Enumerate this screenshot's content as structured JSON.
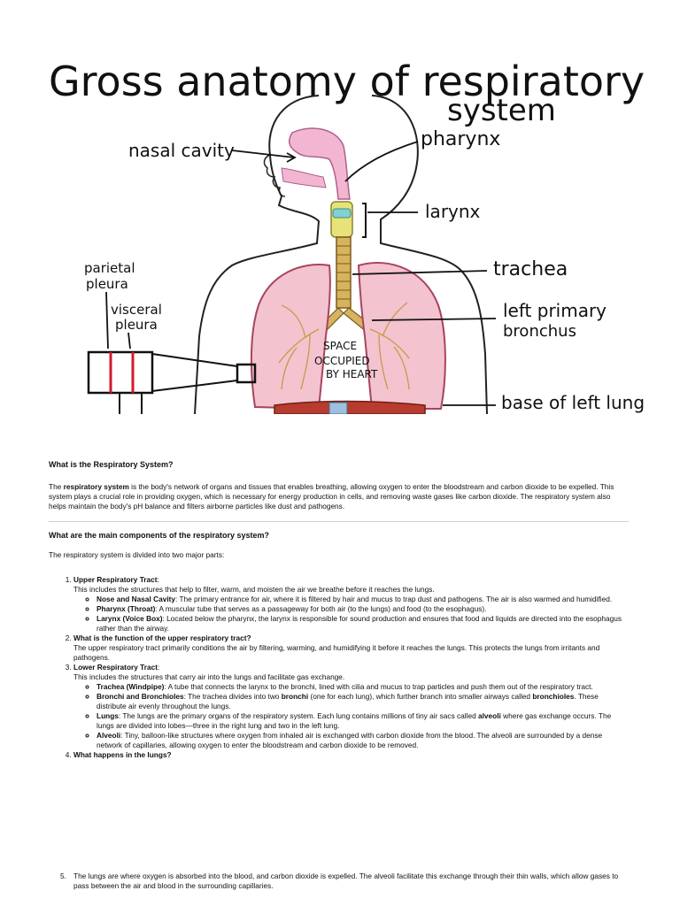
{
  "figure": {
    "title_line1": "Gross anatomy of respiratory",
    "title_line2": "system",
    "labels": {
      "nasal_cavity": "nasal cavity",
      "pharynx": "pharynx",
      "larynx": "larynx",
      "trachea": "trachea",
      "left_primary": "left primary",
      "bronchus": "bronchus",
      "base_left_lung": "base of left lung",
      "parietal": "parietal",
      "pleura1": "pleura",
      "visceral": "visceral",
      "pleura2": "pleura",
      "space1": "SPACE",
      "space2": "OCCUPIED",
      "space3": "BY HEART"
    }
  },
  "sec1": {
    "heading": "What is the Respiratory System?",
    "p_pre": "The ",
    "p_bold": "respiratory system",
    "p_post": " is the body's network of organs and tissues that enables breathing, allowing oxygen to enter the bloodstream and carbon dioxide to be expelled. This system plays a crucial role in providing oxygen, which is necessary for energy production in cells, and removing waste gases like carbon dioxide. The respiratory system also helps maintain the body's pH balance and filters airborne particles like dust and pathogens."
  },
  "sec2": {
    "heading": "What are the main components of the respiratory system?",
    "intro": "The respiratory system is divided into two major parts:",
    "item1": {
      "title": "Upper Respiratory Tract",
      "colon": ":",
      "desc": "This includes the structures that help to filter, warm, and moisten the air we breathe before it reaches the lungs.",
      "b1_term": "Nose and Nasal Cavity",
      "b1_text": ": The primary entrance for air, where it is filtered by hair and mucus to trap dust and pathogens. The air is also warmed and humidified.",
      "b2_term": "Pharynx (Throat)",
      "b2_text": ": A muscular tube that serves as a passageway for both air (to the lungs) and food (to the esophagus).",
      "b3_term": "Larynx (Voice Box)",
      "b3_text": ": Located below the pharynx, the larynx is responsible for sound production and ensures that food and liquids are directed into the esophagus rather than the airway."
    },
    "item2": {
      "title": "What is the function of the upper respiratory tract?",
      "desc": "The upper respiratory tract primarily conditions the air by filtering, warming, and humidifying it before it reaches the lungs. This protects the lungs from irritants and pathogens."
    },
    "item3": {
      "title": "Lower Respiratory Tract",
      "colon": ":",
      "desc": "This includes the structures that carry air into the lungs and facilitate gas exchange.",
      "b1_term": "Trachea (Windpipe)",
      "b1_text": ": A tube that connects the larynx to the bronchi, lined with cilia and mucus to trap particles and push them out of the respiratory tract.",
      "b2_term": "Bronchi and Bronchioles",
      "b2_t1": ": The trachea divides into two ",
      "b2_bold2": "bronchi",
      "b2_t2": " (one for each lung), which further branch into smaller airways called ",
      "b2_bold3": "bronchioles",
      "b2_t3": ". These distribute air evenly throughout the lungs.",
      "b3_term": "Lungs",
      "b3_t1": ": The lungs are the primary organs of the respiratory system. Each lung contains millions of tiny air sacs called ",
      "b3_bold2": "alveoli",
      "b3_t2": " where gas exchange occurs. The lungs are divided into lobes—three in the right lung and two in the left lung.",
      "b4_term": "Alveoli",
      "b4_text": ": Tiny, balloon-like structures where oxygen from inhaled air is exchanged with carbon dioxide from the blood. The alveoli are surrounded by a dense network of capillaries, allowing oxygen to enter the bloodstream and carbon dioxide to be removed."
    },
    "item4": {
      "title": "What happens in the lungs?"
    },
    "item5": {
      "num": "5.",
      "text": "The lungs are where oxygen is absorbed into the blood, and carbon dioxide is expelled. The alveoli facilitate this exchange through their thin walls, which allow gases to pass between the air and blood in the surrounding capillaries."
    }
  }
}
